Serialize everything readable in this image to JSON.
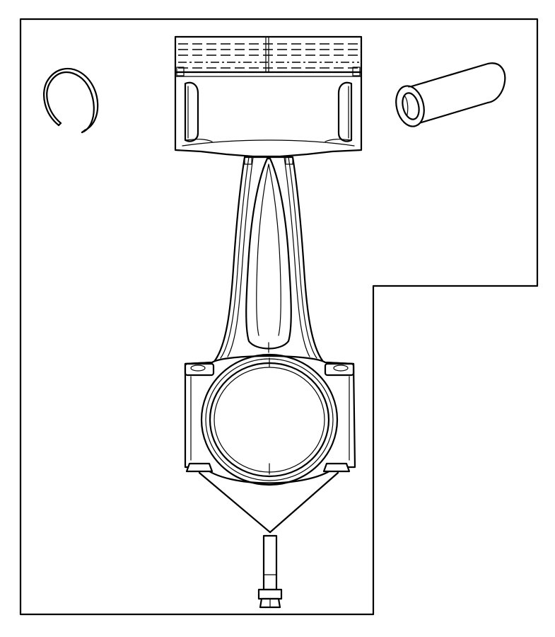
{
  "diagram": {
    "type": "exploded parts illustration",
    "parts": [
      "snap-ring",
      "piston",
      "piston-pin",
      "connecting-rod",
      "rod-bearing-cap",
      "rod-cap-bolt"
    ],
    "colors": {
      "line": "#000000",
      "background": "#ffffff"
    }
  }
}
